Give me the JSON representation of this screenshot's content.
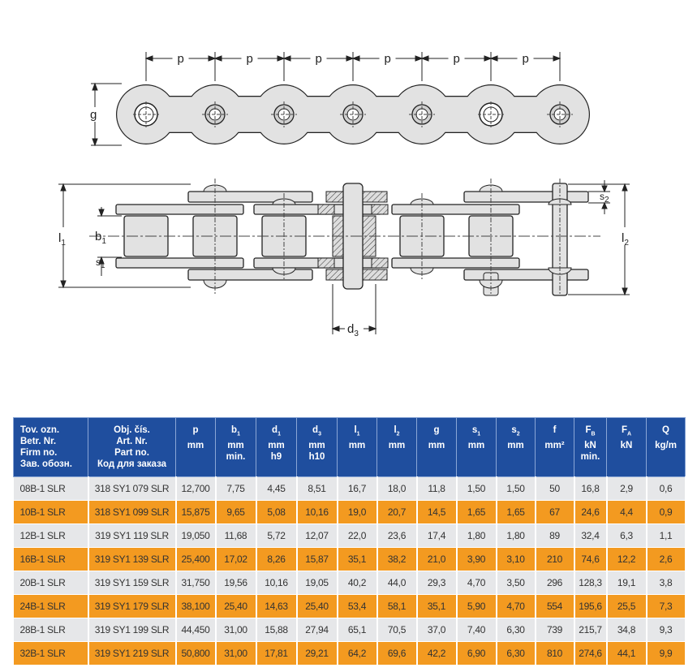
{
  "diagram": {
    "pitch_label": "p",
    "g_label": "g",
    "l1_label": "l",
    "l1_sub": "1",
    "l2_label": "l",
    "l2_sub": "2",
    "b1_label": "b",
    "b1_sub": "1",
    "s1_label": "s",
    "s1_sub": "1",
    "s2_label": "s",
    "s2_sub": "2",
    "d3_label": "d",
    "d3_sub": "3"
  },
  "colors": {
    "header": "#1f4e9e",
    "row_odd": "#e6e7e9",
    "row_even": "#f39a20"
  },
  "table": {
    "headers": [
      {
        "lines": [
          "Tov. ozn.",
          "Betr. Nr.",
          "Firm no.",
          "Зав. обозн."
        ]
      },
      {
        "lines": [
          "Obj. čís.",
          "Art. Nr.",
          "Part no.",
          "Код для заказа"
        ]
      },
      {
        "sym": "p",
        "sub": "",
        "lines": [
          "mm"
        ]
      },
      {
        "sym": "b",
        "sub": "1",
        "lines": [
          "mm",
          "min."
        ]
      },
      {
        "sym": "d",
        "sub": "1",
        "lines": [
          "mm",
          "h9"
        ]
      },
      {
        "sym": "d",
        "sub": "3",
        "lines": [
          "mm",
          "h10"
        ]
      },
      {
        "sym": "l",
        "sub": "1",
        "lines": [
          "mm"
        ]
      },
      {
        "sym": "l",
        "sub": "2",
        "lines": [
          "mm"
        ]
      },
      {
        "sym": "g",
        "sub": "",
        "lines": [
          "mm"
        ]
      },
      {
        "sym": "s",
        "sub": "1",
        "lines": [
          "mm"
        ]
      },
      {
        "sym": "s",
        "sub": "2",
        "lines": [
          "mm"
        ]
      },
      {
        "sym": "f",
        "sub": "",
        "lines": [
          "mm²"
        ]
      },
      {
        "sym": "F",
        "sub": "B",
        "lines": [
          "kN",
          "min."
        ]
      },
      {
        "sym": "F",
        "sub": "A",
        "lines": [
          "kN"
        ]
      },
      {
        "sym": "Q",
        "sub": "",
        "lines": [
          "kg/m"
        ]
      }
    ],
    "rows": [
      [
        "08B-1 SLR",
        "318 SY1 079 SLR",
        "12,700",
        "7,75",
        "4,45",
        "8,51",
        "16,7",
        "18,0",
        "11,8",
        "1,50",
        "1,50",
        "50",
        "16,8",
        "2,9",
        "0,6"
      ],
      [
        "10B-1 SLR",
        "318 SY1 099 SLR",
        "15,875",
        "9,65",
        "5,08",
        "10,16",
        "19,0",
        "20,7",
        "14,5",
        "1,65",
        "1,65",
        "67",
        "24,6",
        "4,4",
        "0,9"
      ],
      [
        "12B-1 SLR",
        "319 SY1 119 SLR",
        "19,050",
        "11,68",
        "5,72",
        "12,07",
        "22,0",
        "23,6",
        "17,4",
        "1,80",
        "1,80",
        "89",
        "32,4",
        "6,3",
        "1,1"
      ],
      [
        "16B-1 SLR",
        "319 SY1 139 SLR",
        "25,400",
        "17,02",
        "8,26",
        "15,87",
        "35,1",
        "38,2",
        "21,0",
        "3,90",
        "3,10",
        "210",
        "74,6",
        "12,2",
        "2,6"
      ],
      [
        "20B-1 SLR",
        "319 SY1 159 SLR",
        "31,750",
        "19,56",
        "10,16",
        "19,05",
        "40,2",
        "44,0",
        "29,3",
        "4,70",
        "3,50",
        "296",
        "128,3",
        "19,1",
        "3,8"
      ],
      [
        "24B-1 SLR",
        "319 SY1 179 SLR",
        "38,100",
        "25,40",
        "14,63",
        "25,40",
        "53,4",
        "58,1",
        "35,1",
        "5,90",
        "4,70",
        "554",
        "195,6",
        "25,5",
        "7,3"
      ],
      [
        "28B-1 SLR",
        "319 SY1 199 SLR",
        "44,450",
        "31,00",
        "15,88",
        "27,94",
        "65,1",
        "70,5",
        "37,0",
        "7,40",
        "6,30",
        "739",
        "215,7",
        "34,8",
        "9,3"
      ],
      [
        "32B-1 SLR",
        "319 SY1 219 SLR",
        "50,800",
        "31,00",
        "17,81",
        "29,21",
        "64,2",
        "69,6",
        "42,2",
        "6,90",
        "6,30",
        "810",
        "274,6",
        "44,1",
        "9,9"
      ]
    ]
  }
}
